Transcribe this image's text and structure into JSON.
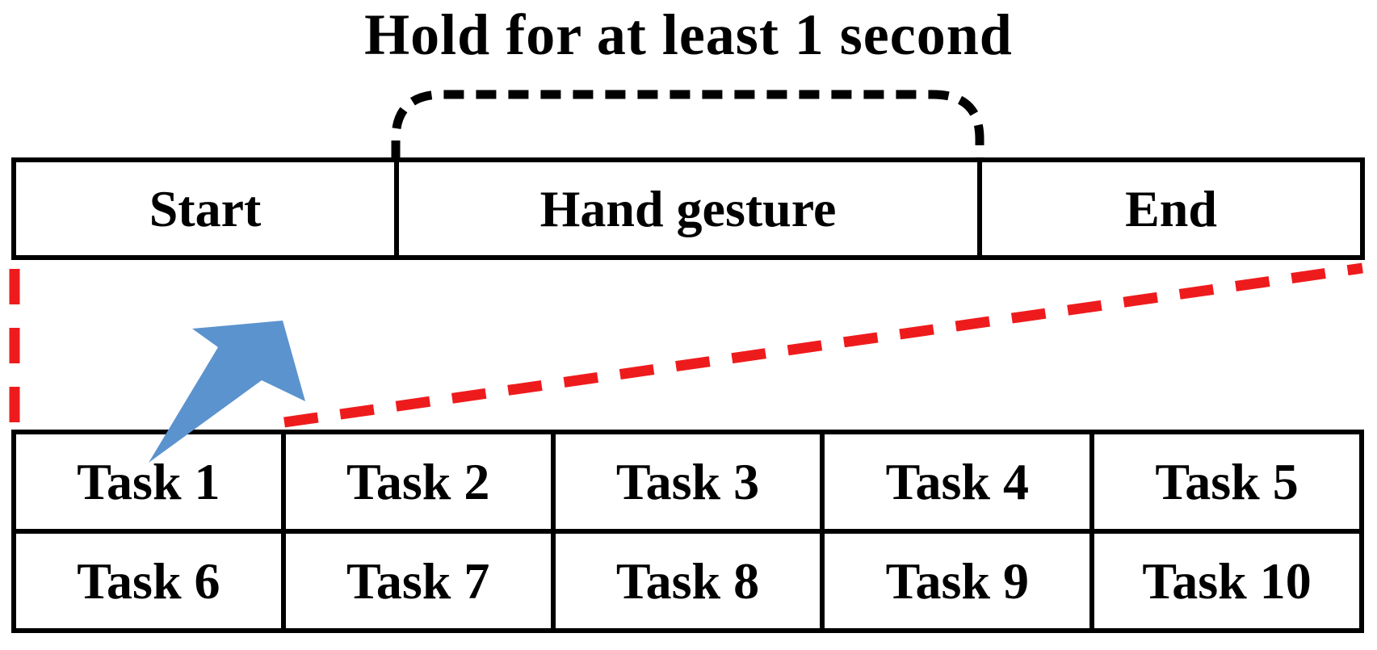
{
  "title": "Hold for at least 1 second",
  "timeline": {
    "phases": [
      {
        "label": "Start"
      },
      {
        "label": "Hand gesture"
      },
      {
        "label": "End"
      }
    ]
  },
  "tasks": {
    "row1": [
      "Task 1",
      "Task 2",
      "Task 3",
      "Task 4",
      "Task 5"
    ],
    "row2": [
      "Task 6",
      "Task 7",
      "Task 8",
      "Task 9",
      "Task 10"
    ]
  },
  "icons": {
    "bracket": "dashed-hold-bracket",
    "arrow": "blue-up-right-arrow",
    "expansion_lines": "red-dashed-expansion-lines"
  },
  "colors": {
    "dashed_red": "#ee1b1d",
    "arrow_blue": "#5b93ce",
    "line_black": "#000000"
  }
}
